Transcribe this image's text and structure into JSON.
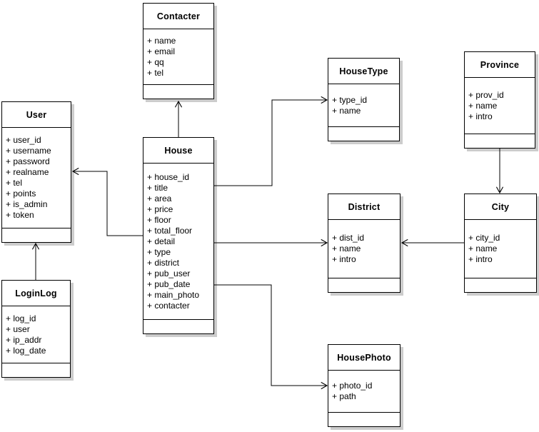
{
  "diagram": {
    "type": "uml-class-diagram",
    "colors": {
      "background": "#ffffff",
      "box_fill": "#ffffff",
      "line": "#000000",
      "box_shadow": "#cccccc"
    },
    "entities": {
      "contacter": {
        "title": "Contacter",
        "attributes": [
          "+ name",
          "+ email",
          "+ qq",
          "+ tel"
        ]
      },
      "user": {
        "title": "User",
        "attributes": [
          "+ user_id",
          "+ username",
          "+ password",
          "+ realname",
          "+ tel",
          "+ points",
          "+ is_admin",
          "+ token"
        ]
      },
      "house": {
        "title": "House",
        "attributes": [
          "+ house_id",
          "+ title",
          "+ area",
          "+ price",
          "+ floor",
          "+ total_floor",
          "+ detail",
          "+ type",
          "+ district",
          "+ pub_user",
          "+ pub_date",
          "+ main_photo",
          "+ contacter"
        ]
      },
      "housetype": {
        "title": "HouseType",
        "attributes": [
          "+ type_id",
          "+ name"
        ]
      },
      "province": {
        "title": "Province",
        "attributes": [
          "+ prov_id",
          "+ name",
          "+ intro"
        ]
      },
      "district": {
        "title": "District",
        "attributes": [
          "+ dist_id",
          "+ name",
          "+ intro"
        ]
      },
      "city": {
        "title": "City",
        "attributes": [
          "+ city_id",
          "+ name",
          "+ intro"
        ]
      },
      "loginlog": {
        "title": "LoginLog",
        "attributes": [
          "+ log_id",
          "+ user",
          "+ ip_addr",
          "+ log_date"
        ]
      },
      "housephoto": {
        "title": "HousePhoto",
        "attributes": [
          "+ photo_id",
          "+ path"
        ]
      }
    },
    "relations": [
      {
        "from": "House",
        "to": "Contacter"
      },
      {
        "from": "House",
        "to": "User"
      },
      {
        "from": "House",
        "to": "HouseType"
      },
      {
        "from": "House",
        "to": "District"
      },
      {
        "from": "House",
        "to": "HousePhoto"
      },
      {
        "from": "City",
        "to": "District"
      },
      {
        "from": "Province",
        "to": "City"
      },
      {
        "from": "LoginLog",
        "to": "User"
      }
    ]
  }
}
